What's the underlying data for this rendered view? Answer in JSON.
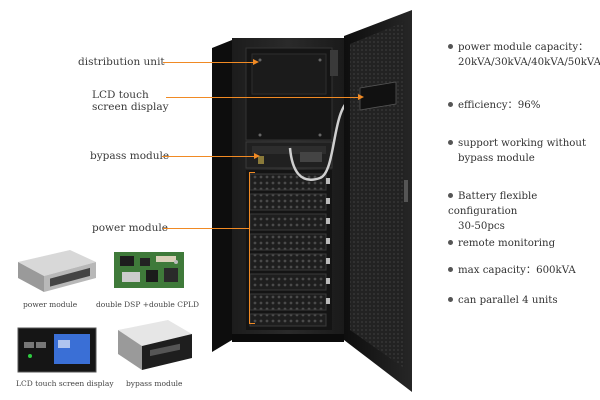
{
  "callouts": {
    "distribution_unit": "distribution unit",
    "lcd_display": "LCD touch screen display",
    "bypass_module": "bypass module",
    "power_module": "power module"
  },
  "features": [
    {
      "line1": "power module capacity：",
      "line2": "20kVA/30kVA/40kVA/50kVA"
    },
    {
      "line1": "efficiency：96%",
      "line2": ""
    },
    {
      "line1": "support working without",
      "line2": "bypass module"
    },
    {
      "line1": "Battery flexible configuration",
      "line2": "30-50pcs"
    },
    {
      "line1": "remote monitoring",
      "line2": ""
    },
    {
      "line1": "max capacity：600kVA",
      "line2": ""
    },
    {
      "line1": "can parallel 4 units",
      "line2": ""
    }
  ],
  "thumbnails": {
    "power_module": "power module",
    "dsp_board": "double DSP +double CPLD",
    "lcd_display": "LCD touch screen display",
    "bypass_module": "bypass module"
  },
  "colors": {
    "leader": "#f08a24",
    "cabinet": "#1a1a1a",
    "pcb": "#3f7a3a",
    "lcd_screen": "#3a6fd6"
  }
}
